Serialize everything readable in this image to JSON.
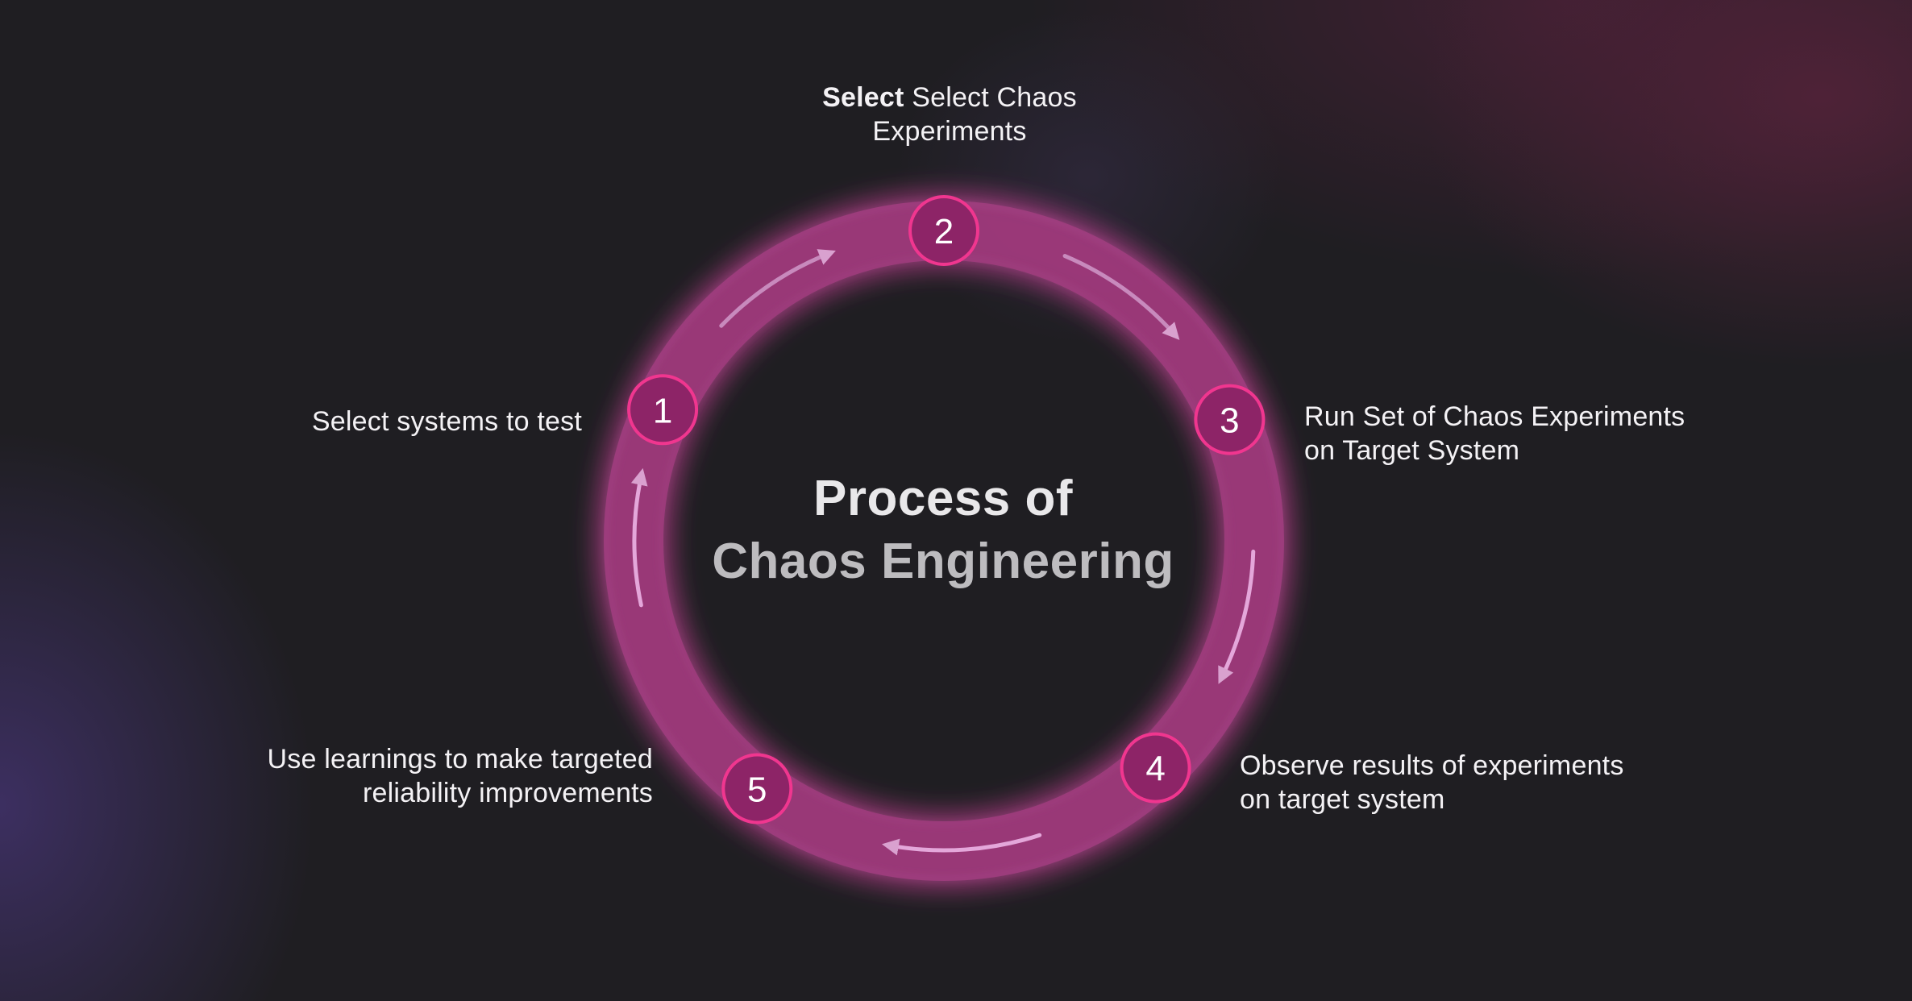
{
  "title": {
    "line1": "Process of",
    "line2": "Chaos Engineering"
  },
  "colors": {
    "ring": "#a03a7c",
    "node_fill": "#8d2467",
    "node_stroke": "#f0368f",
    "arrow": "#e4a7da",
    "text": "#f4f2f5"
  },
  "steps": [
    {
      "number": "1",
      "lines": [
        "Select systems to test"
      ]
    },
    {
      "number": "2",
      "prefix": "Select",
      "lines": [
        "Select Chaos",
        "Experiments"
      ]
    },
    {
      "number": "3",
      "lines": [
        "Run Set of Chaos Experiments",
        "on Target System"
      ]
    },
    {
      "number": "4",
      "lines": [
        "Observe results of experiments",
        "on target system"
      ]
    },
    {
      "number": "5",
      "lines": [
        "Use learnings to make targeted",
        "reliability improvements"
      ]
    }
  ]
}
